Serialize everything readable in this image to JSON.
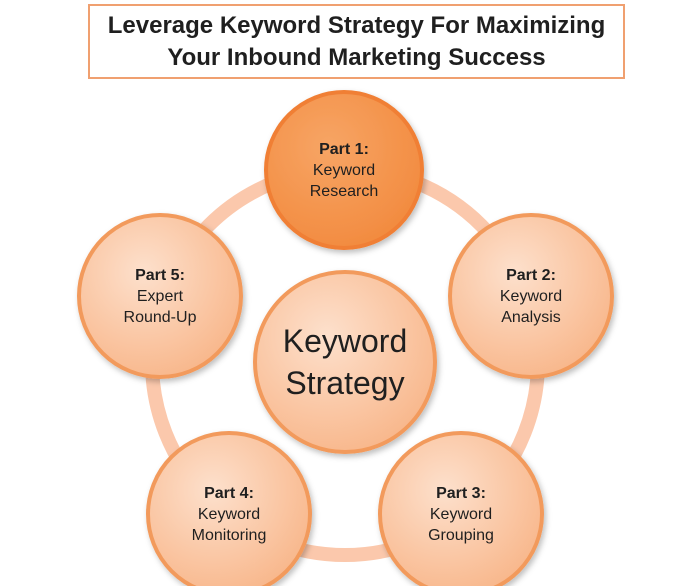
{
  "title": {
    "line1": "Leverage Keyword Strategy For Maximizing",
    "line2": "Your Inbound Marketing Success"
  },
  "center": {
    "line1": "Keyword",
    "line2": "Strategy"
  },
  "parts": [
    {
      "part": "Part 1:",
      "line1": "Keyword",
      "line2": "Research"
    },
    {
      "part": "Part 2:",
      "line1": "Keyword",
      "line2": "Analysis"
    },
    {
      "part": "Part 3:",
      "line1": "Keyword",
      "line2": "Grouping"
    },
    {
      "part": "Part 4:",
      "line1": "Keyword",
      "line2": "Monitoring"
    },
    {
      "part": "Part 5:",
      "line1": "Expert",
      "line2": "Round-Up"
    }
  ],
  "colors": {
    "ring": "#fbc8ac",
    "node_fill": "#fbc9a7",
    "node_stroke": "#f29a5c",
    "highlight_fill": "#f5994f",
    "center_fill": "#fbc9a7",
    "title_border": "#f0a070"
  }
}
